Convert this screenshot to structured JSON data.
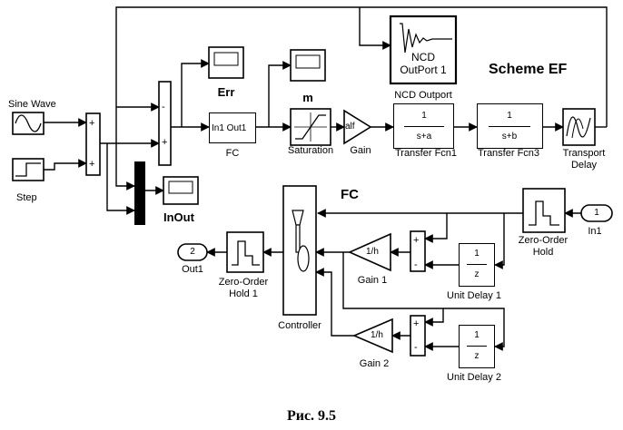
{
  "title": "Scheme EF",
  "subsystem_title": "FC",
  "caption": "Рис. 9.5",
  "blocks": {
    "sine_wave": "Sine Wave",
    "step": "Step",
    "err": "Err",
    "m": "m",
    "inout": "InOut",
    "fc": "FC",
    "fc_inner": "In1 Out1",
    "saturation": "Saturation",
    "gain": "Gain",
    "gain_inner": "alf",
    "ncd_inner_line1": "NCD",
    "ncd_inner_line2": "OutPort 1",
    "ncd_outport": "NCD Outport",
    "transfer_fcn1": "Transfer Fcn1",
    "transfer_fcn1_num": "1",
    "transfer_fcn1_den": "s+a",
    "transfer_fcn3": "Transfer Fcn3",
    "transfer_fcn3_num": "1",
    "transfer_fcn3_den": "s+b",
    "transport_delay_line1": "Transport",
    "transport_delay_line2": "Delay",
    "in1_port": "1",
    "in1": "In1",
    "out1_port": "2",
    "out1": "Out1",
    "zoh_line1": "Zero-Order",
    "zoh_line2": "Hold",
    "zoh1_line1": "Zero-Order",
    "zoh1_line2": "Hold 1",
    "gain1": "Gain 1",
    "gain1_inner": "1/h",
    "gain2": "Gain 2",
    "gain2_inner": "1/h",
    "unit_delay1": "Unit Delay 1",
    "unit_delay2": "Unit Delay 2",
    "z_num": "1",
    "z_den": "z",
    "controller": "Controller"
  },
  "signs": {
    "plus": "+",
    "minus": "-"
  }
}
